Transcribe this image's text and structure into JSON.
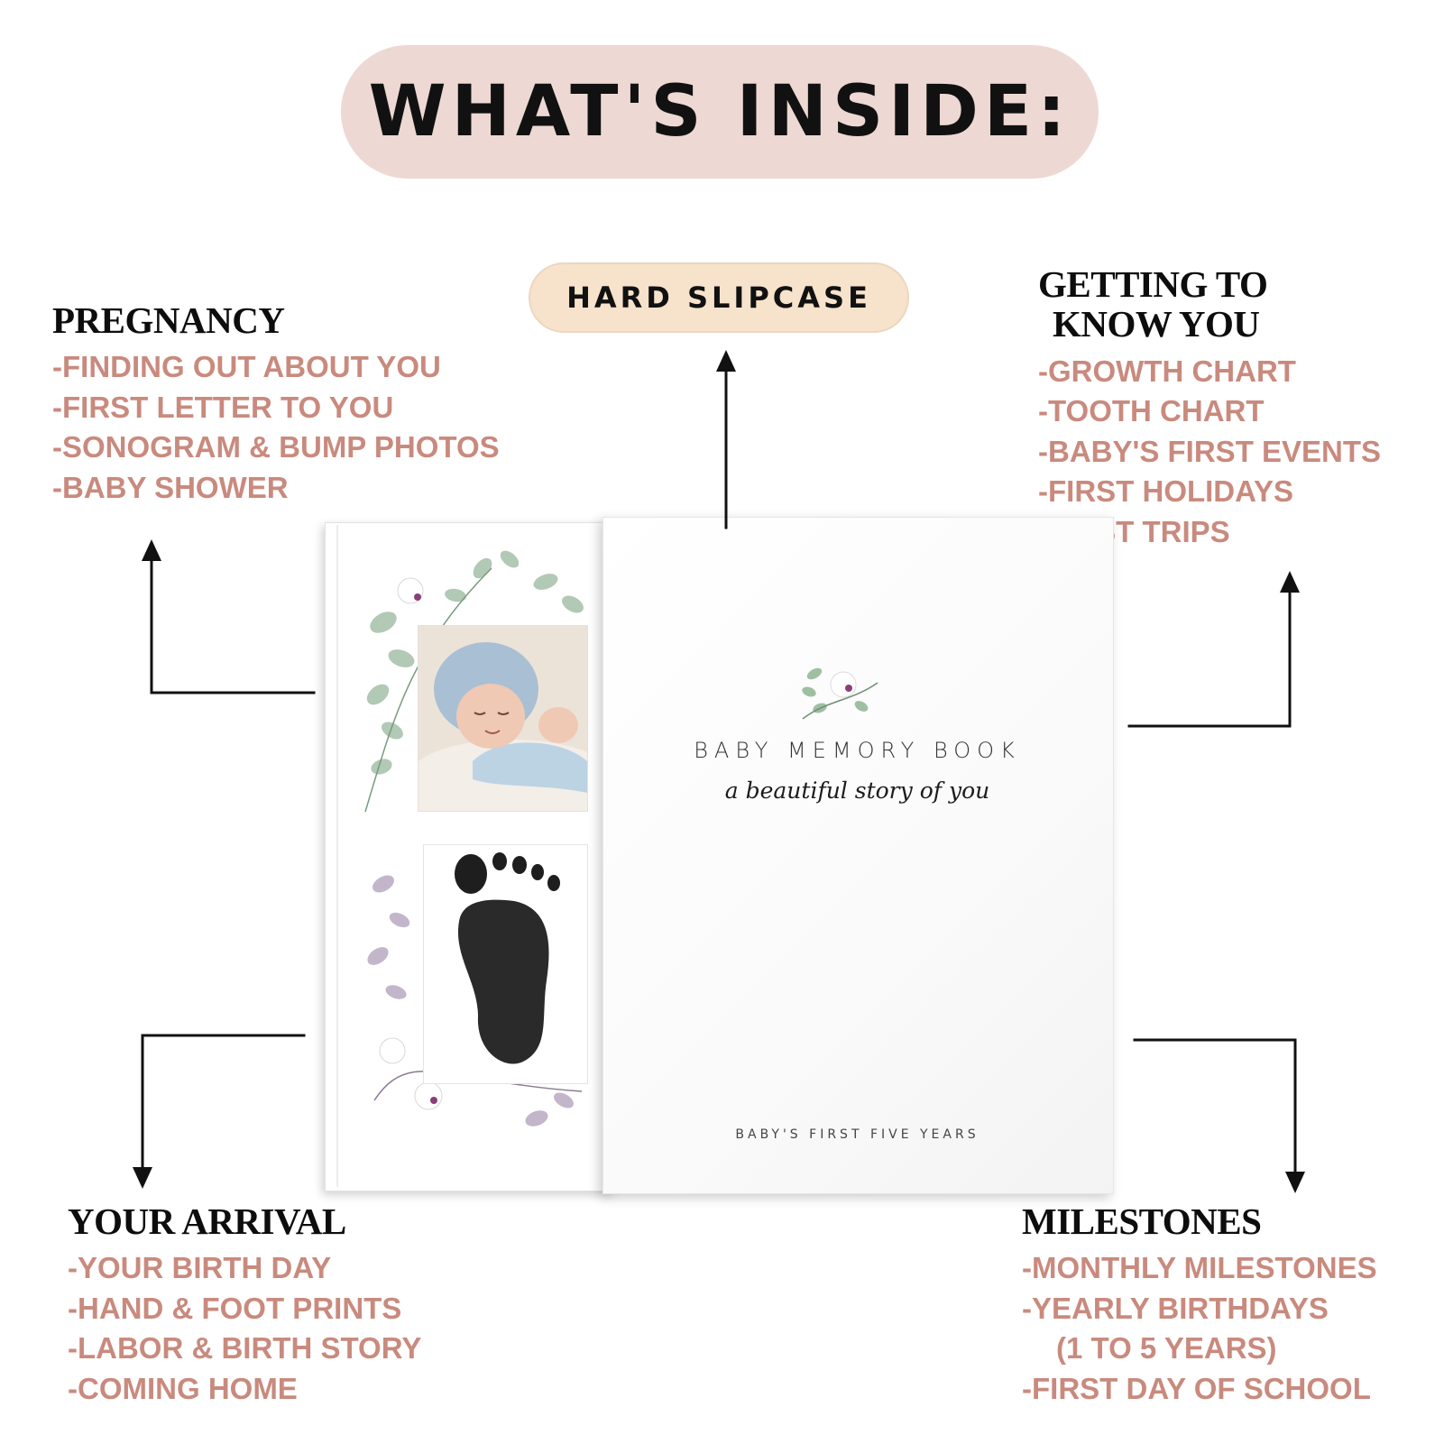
{
  "header": {
    "title": "WHAT'S INSIDE:"
  },
  "slipcase": {
    "label": "HARD SLIPCASE"
  },
  "sections": {
    "pregnancy": {
      "heading": "PREGNANCY",
      "items": [
        "-FINDING OUT ABOUT YOU",
        "-FIRST LETTER TO YOU",
        "-SONOGRAM & BUMP PHOTOS",
        "-BABY SHOWER"
      ]
    },
    "getting_to_know_you": {
      "heading_line1": "GETTING TO",
      "heading_line2": "KNOW YOU",
      "items": [
        "-GROWTH CHART",
        "-TOOTH CHART",
        "-BABY'S FIRST EVENTS",
        "-FIRST HOLIDAYS",
        "-FIRST TRIPS"
      ]
    },
    "your_arrival": {
      "heading": "YOUR ARRIVAL",
      "items": [
        "-YOUR BIRTH DAY",
        "-HAND & FOOT PRINTS",
        "-LABOR & BIRTH STORY",
        "-COMING HOME"
      ]
    },
    "milestones": {
      "heading": "MILESTONES",
      "items": [
        "-MONTHLY MILESTONES",
        "-YEARLY BIRTHDAYS",
        "(1 TO 5 YEARS)",
        "-FIRST DAY OF SCHOOL"
      ]
    }
  },
  "book": {
    "cover_title": "BABY MEMORY BOOK",
    "cover_subtitle": "a beautiful story of you",
    "cover_footer": "BABY'S FIRST FIVE YEARS"
  },
  "colors": {
    "title_pill": "#edd8d3",
    "slipcase_pill": "#f7e2cc",
    "item_text": "#c98a7e",
    "heading_text": "#0d0d0d"
  },
  "icons": [
    "baby-photo-illustration",
    "footprint-illustration",
    "eucalyptus-leaves",
    "cotton-flower-icon",
    "arrow-up-icon",
    "arrow-down-icon"
  ]
}
